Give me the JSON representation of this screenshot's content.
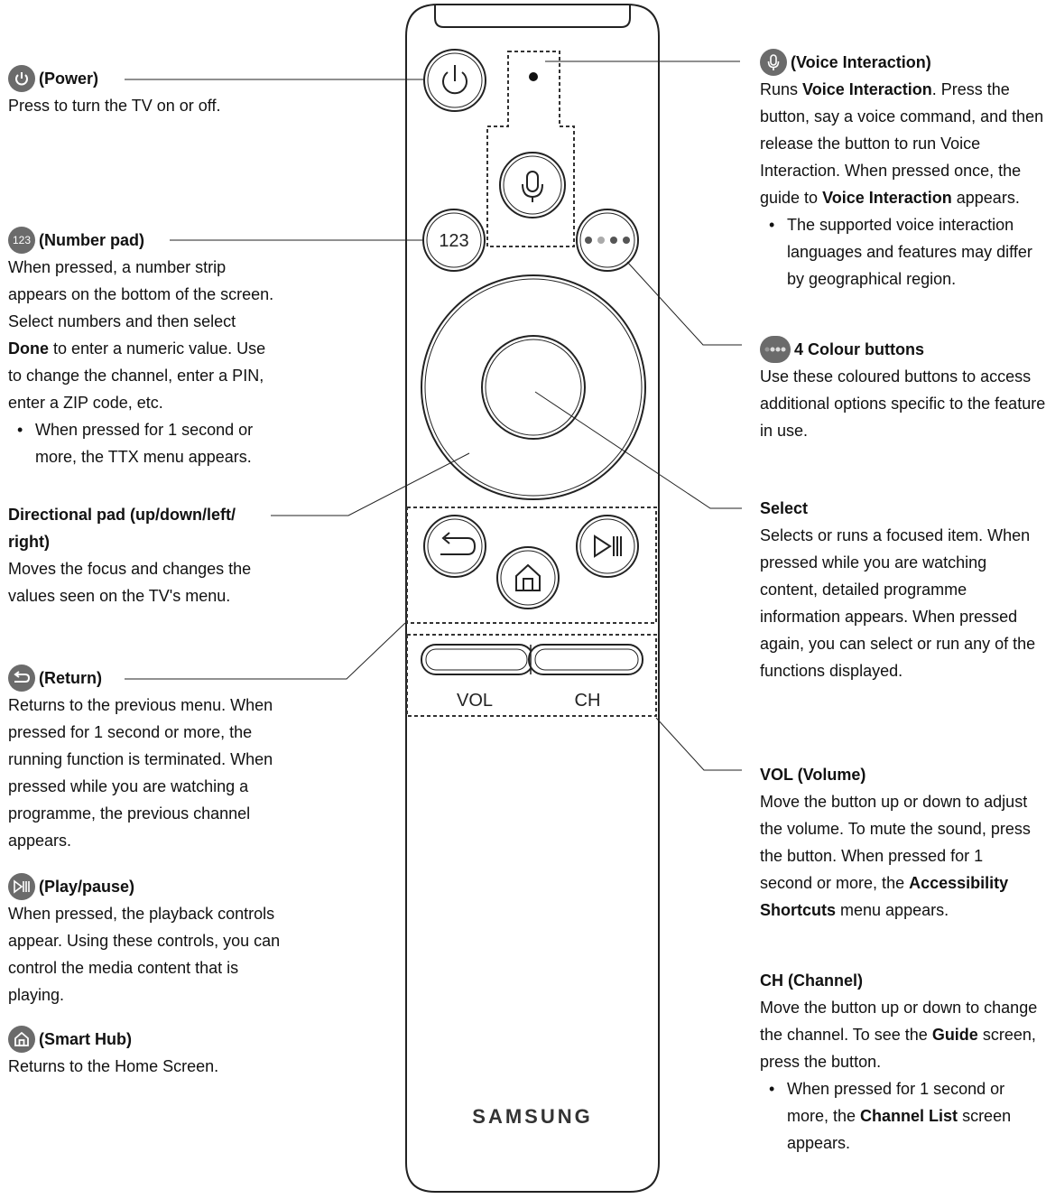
{
  "remote": {
    "btn_123": "123",
    "vol": "VOL",
    "ch": "CH",
    "brand": "SAMSUNG"
  },
  "power": {
    "icon": "power-icon",
    "title": "(Power)",
    "desc": "Press to turn the TV on or off."
  },
  "numpad": {
    "icon_text": "123",
    "title": "(Number pad)",
    "desc_1": "When pressed, a number strip appears on the bottom of the screen. Select numbers and then select ",
    "desc_bold": "Done",
    "desc_2": " to enter a numeric value. Use to change the channel, enter a PIN, enter a ZIP code, etc.",
    "bullet": "When pressed for 1 second or more, the TTX menu appears."
  },
  "dpad": {
    "title": "Directional pad (up/down/left/ right)",
    "desc": "Moves the focus and changes the values seen on the TV's menu."
  },
  "ret": {
    "icon": "return-icon",
    "title": "(Return)",
    "desc": "Returns to the previous menu. When pressed for 1 second or more, the running function is terminated. When pressed while you are watching a programme, the previous channel appears."
  },
  "play": {
    "icon": "play-pause-icon",
    "title": "(Play/pause)",
    "desc": "When pressed, the playback controls appear. Using these controls, you can control the media content that is playing."
  },
  "hub": {
    "icon": "home-icon",
    "title": "(Smart Hub)",
    "desc": "Returns to the Home Screen."
  },
  "voice": {
    "icon": "microphone-icon",
    "title": "(Voice Interaction)",
    "desc_1": "Runs ",
    "desc_bold1": "Voice Interaction",
    "desc_2": ". Press the button, say a voice command, and then release the button to run Voice Interaction. When pressed once, the guide to ",
    "desc_bold2": "Voice Interaction",
    "desc_3": " appears.",
    "bullet": "The supported voice interaction languages and features may differ by geographical region."
  },
  "colour": {
    "icon": "colour-dots-icon",
    "title": "4 Colour buttons",
    "desc": "Use these coloured buttons to access additional options specific to the feature in use."
  },
  "select": {
    "title": "Select",
    "desc": "Selects or runs a focused item. When pressed while you are watching content, detailed programme information appears. When pressed again, you can select or run any of the functions displayed."
  },
  "vol": {
    "title": "VOL (Volume)",
    "desc_1": "Move the button up or down to adjust the volume. To mute the sound, press the button. When pressed for 1 second or more, the ",
    "desc_bold": "Accessibility Shortcuts",
    "desc_2": " menu appears."
  },
  "ch": {
    "title": "CH (Channel)",
    "desc_1": "Move the button up or down to change the channel. To see the ",
    "desc_bold1": "Guide",
    "desc_2": " screen, press the button.",
    "bullet_1": "When pressed for 1 second or more, the ",
    "bullet_bold": "Channel List",
    "bullet_2": " screen appears."
  }
}
